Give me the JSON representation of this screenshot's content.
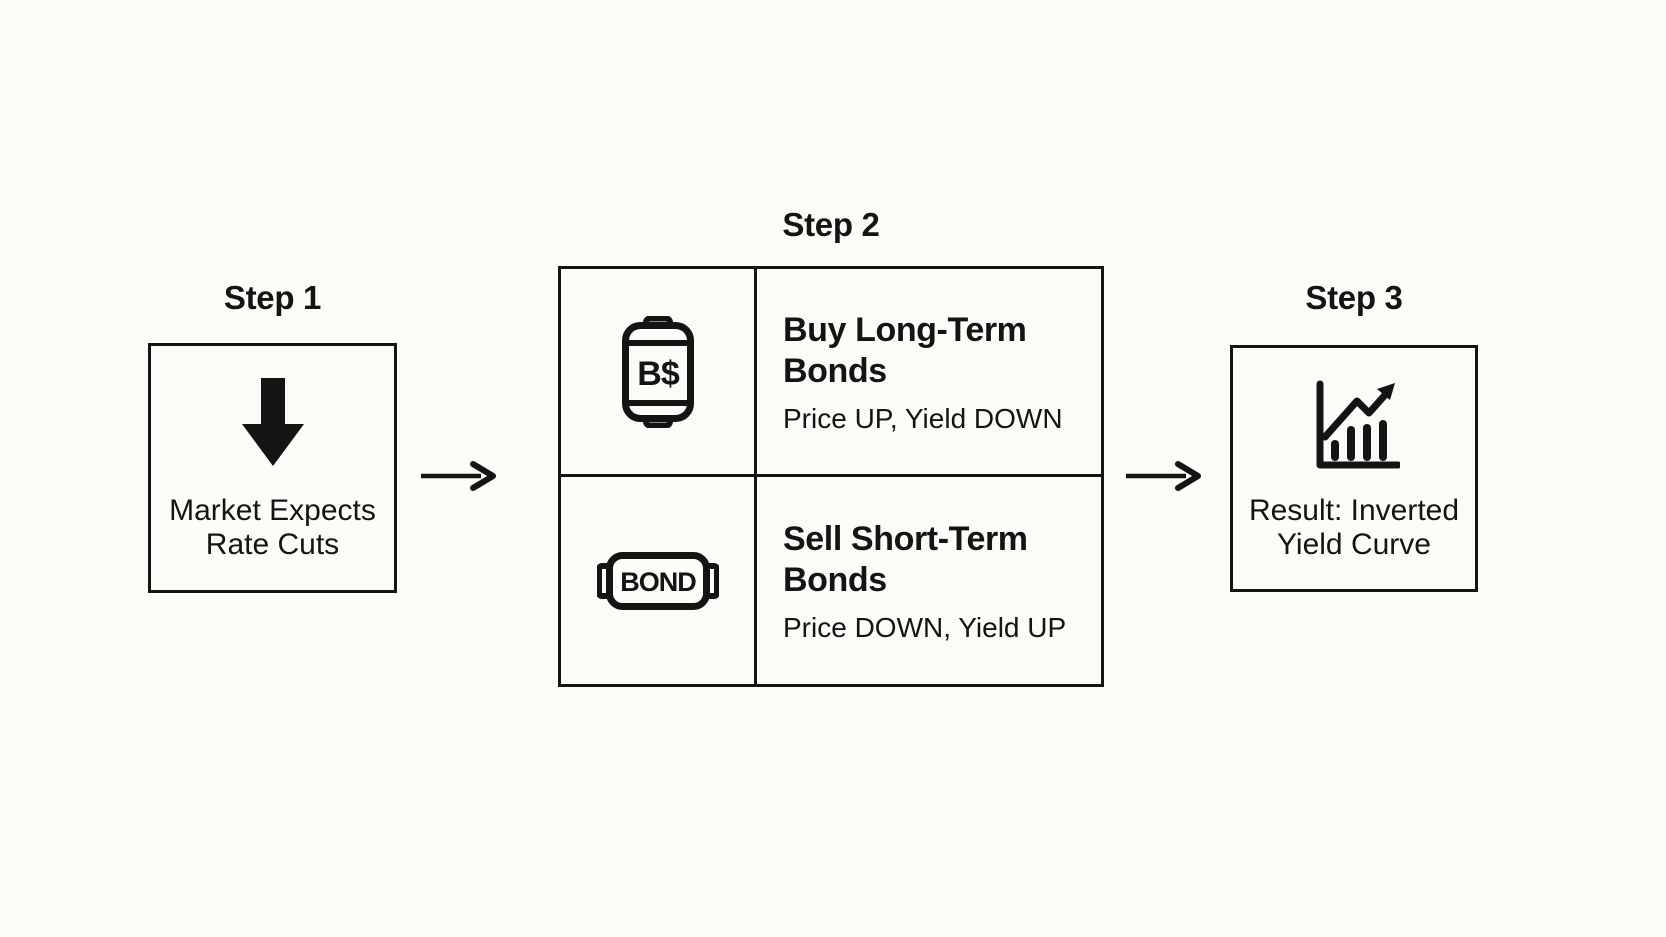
{
  "meta": {
    "background_color": "#fcfbf8",
    "ink_color": "#141414",
    "diagram_type": "flowchart",
    "topic": "How market rate-cut expectations invert the yield curve"
  },
  "steps": {
    "step1": {
      "label": "Step 1",
      "text": "Market Expects Rate Cuts",
      "icon": "down-arrow-icon"
    },
    "step2": {
      "label": "Step 2",
      "rows": [
        {
          "icon": "bond-dollar-icon",
          "icon_text": "B$",
          "title": "Buy Long-Term Bonds",
          "subtitle": "Price UP, Yield DOWN"
        },
        {
          "icon": "bond-certificate-icon",
          "icon_text": "BOND",
          "title": "Sell Short-Term Bonds",
          "subtitle": "Price DOWN, Yield UP"
        }
      ]
    },
    "step3": {
      "label": "Step 3",
      "text": "Result: Inverted Yield Curve",
      "icon": "trend-chart-icon"
    }
  }
}
